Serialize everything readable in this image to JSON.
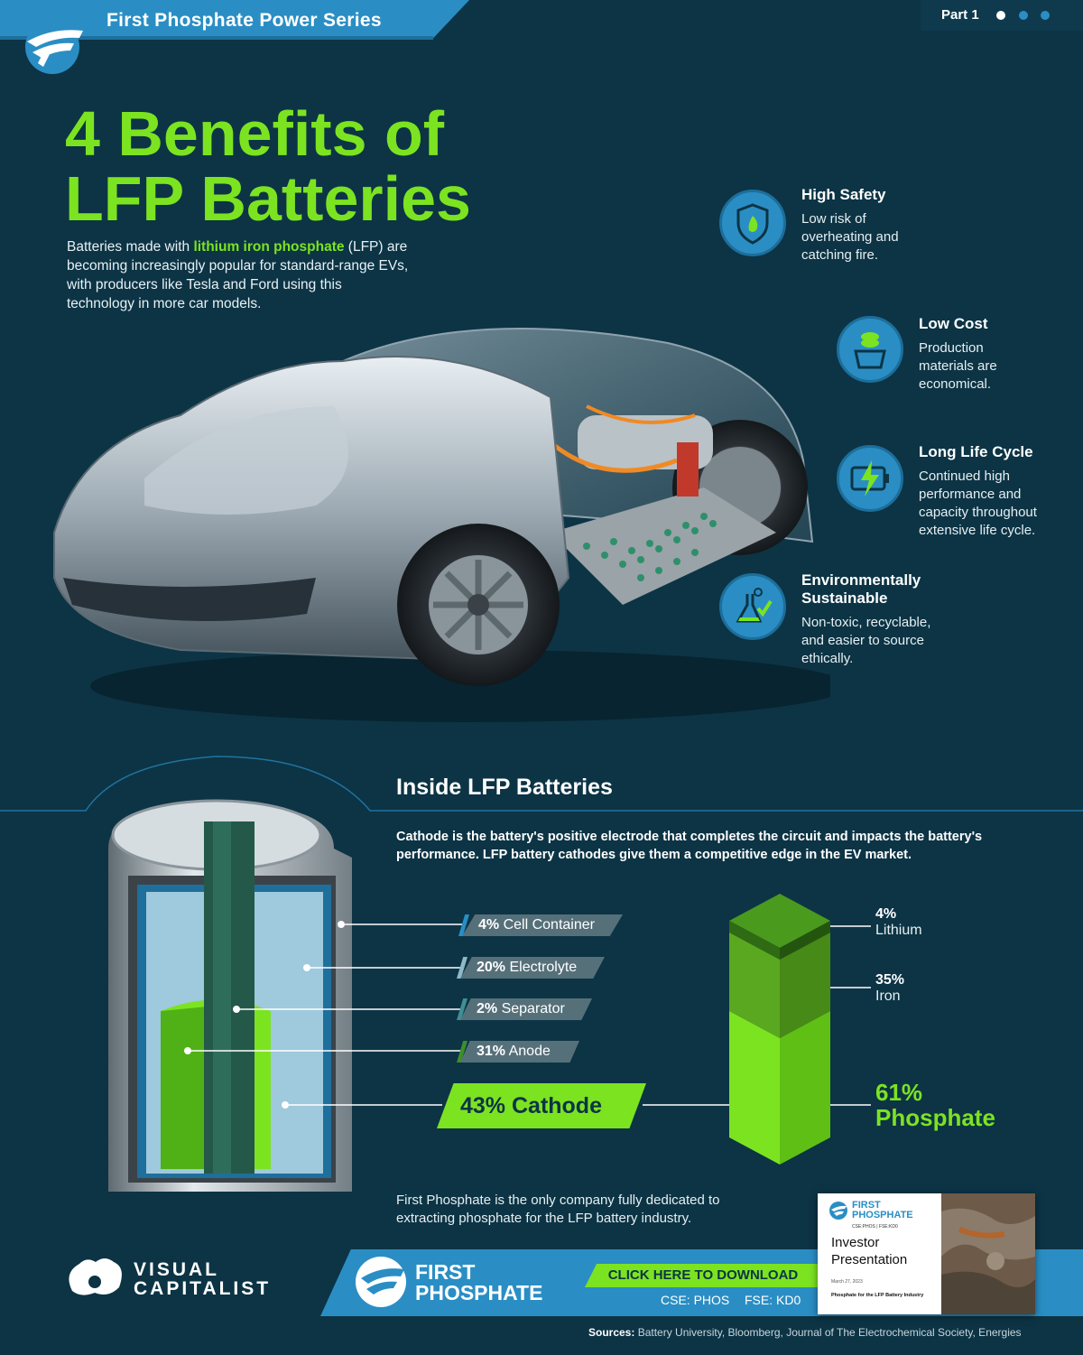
{
  "header": {
    "series_title": "First Phosphate Power Series",
    "part_label": "Part 1",
    "pagination_dots": 3,
    "current_dot": 1
  },
  "title": {
    "line1": "4 Benefits of",
    "line2": "LFP Batteries"
  },
  "intro": {
    "before": "Batteries made with ",
    "highlight": "lithium iron phosphate",
    "after": " (LFP) are becoming increasingly popular for standard-range EVs, with producers like Tesla and Ford using this technology in more car models."
  },
  "benefits": [
    {
      "title": "High Safety",
      "desc": "Low risk of overheating and catching fire.",
      "icon": "shield-fire-icon"
    },
    {
      "title": "Low Cost",
      "desc": "Production materials are economical.",
      "icon": "coins-box-icon"
    },
    {
      "title": "Long Life Cycle",
      "desc": "Continued high performance and capacity throughout extensive life cycle.",
      "icon": "battery-bolt-icon"
    },
    {
      "title": "Environmentally Sustainable",
      "desc": "Non-toxic, recyclable, and easier to source ethically.",
      "icon": "flask-leaf-check-icon"
    }
  ],
  "inside": {
    "title": "Inside LFP Batteries",
    "desc": "Cathode is the battery's positive electrode that completes the circuit and impacts the battery's performance. LFP battery cathodes give them a competitive edge in the EV market.",
    "components": [
      {
        "pct": "4%",
        "name": "Cell Container",
        "accent": "#2a8ec4"
      },
      {
        "pct": "20%",
        "name": "Electrolyte",
        "accent": "#8fb8c8"
      },
      {
        "pct": "2%",
        "name": "Separator",
        "accent": "#3f8f95"
      },
      {
        "pct": "31%",
        "name": "Anode",
        "accent": "#3d8f2a"
      }
    ],
    "cathode": "43% Cathode",
    "cathode_parts": [
      {
        "pct": "4%",
        "name": "Lithium",
        "fraction": 0.04
      },
      {
        "pct": "35%",
        "name": "Iron",
        "fraction": 0.35
      },
      {
        "pct": "61%",
        "name": "Phosphate",
        "fraction": 0.61
      }
    ],
    "company_note": "First Phosphate is the only company fully dedicated to extracting phosphate for the LFP battery industry."
  },
  "footer": {
    "vc_line1": "VISUAL",
    "vc_line2": "CAPITALIST",
    "fp_line1": "FIRST",
    "fp_line2": "PHOSPHATE",
    "download": "CLICK HERE TO DOWNLOAD",
    "ticker_cse": "CSE: PHOS",
    "ticker_fse": "FSE: KD0",
    "card": {
      "brand1": "FIRST",
      "brand2": "PHOSPHATE",
      "ticker": "CSE:PHOS  |  FSE:KD0",
      "title1": "Investor",
      "title2": "Presentation",
      "date": "March 27, 2023",
      "subtitle": "Phosphate for the LFP Battery Industry"
    },
    "sources_label": "Sources:",
    "sources": " Battery University, Bloomberg, Journal of The Electrochemical Society, Energies"
  },
  "colors": {
    "background": "#0c3445",
    "accent_green": "#7ce321",
    "accent_blue": "#2a8ec4"
  }
}
